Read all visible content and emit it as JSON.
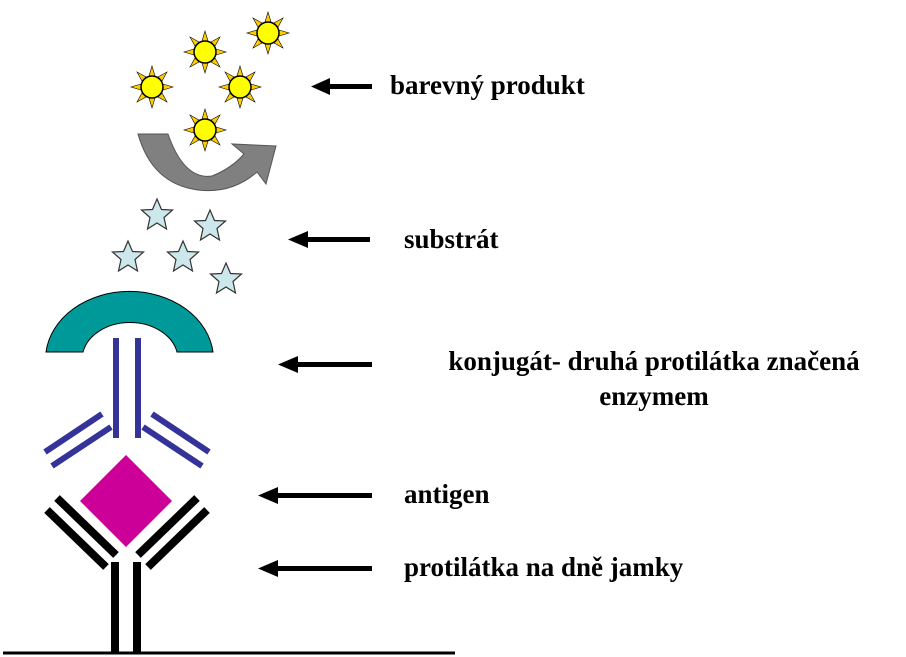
{
  "labels": {
    "colored_product": "barevný produkt",
    "substrate": "substrát",
    "conjugate_line1": "konjugát- druhá protilátka značená",
    "conjugate_line2": "enzymem",
    "antigen": "antigen",
    "capture_antibody": "protilátka na dně jamky"
  },
  "colors": {
    "sun_fill": "#ffff00",
    "sun_ray": "#ffcc00",
    "sun_outline": "#000000",
    "arrow_gray": "#808080",
    "star_fill": "#cce8ec",
    "enzyme": "#009999",
    "secondary_antibody": "#333399",
    "antigen": "#cc0099",
    "capture_antibody": "#000000"
  }
}
